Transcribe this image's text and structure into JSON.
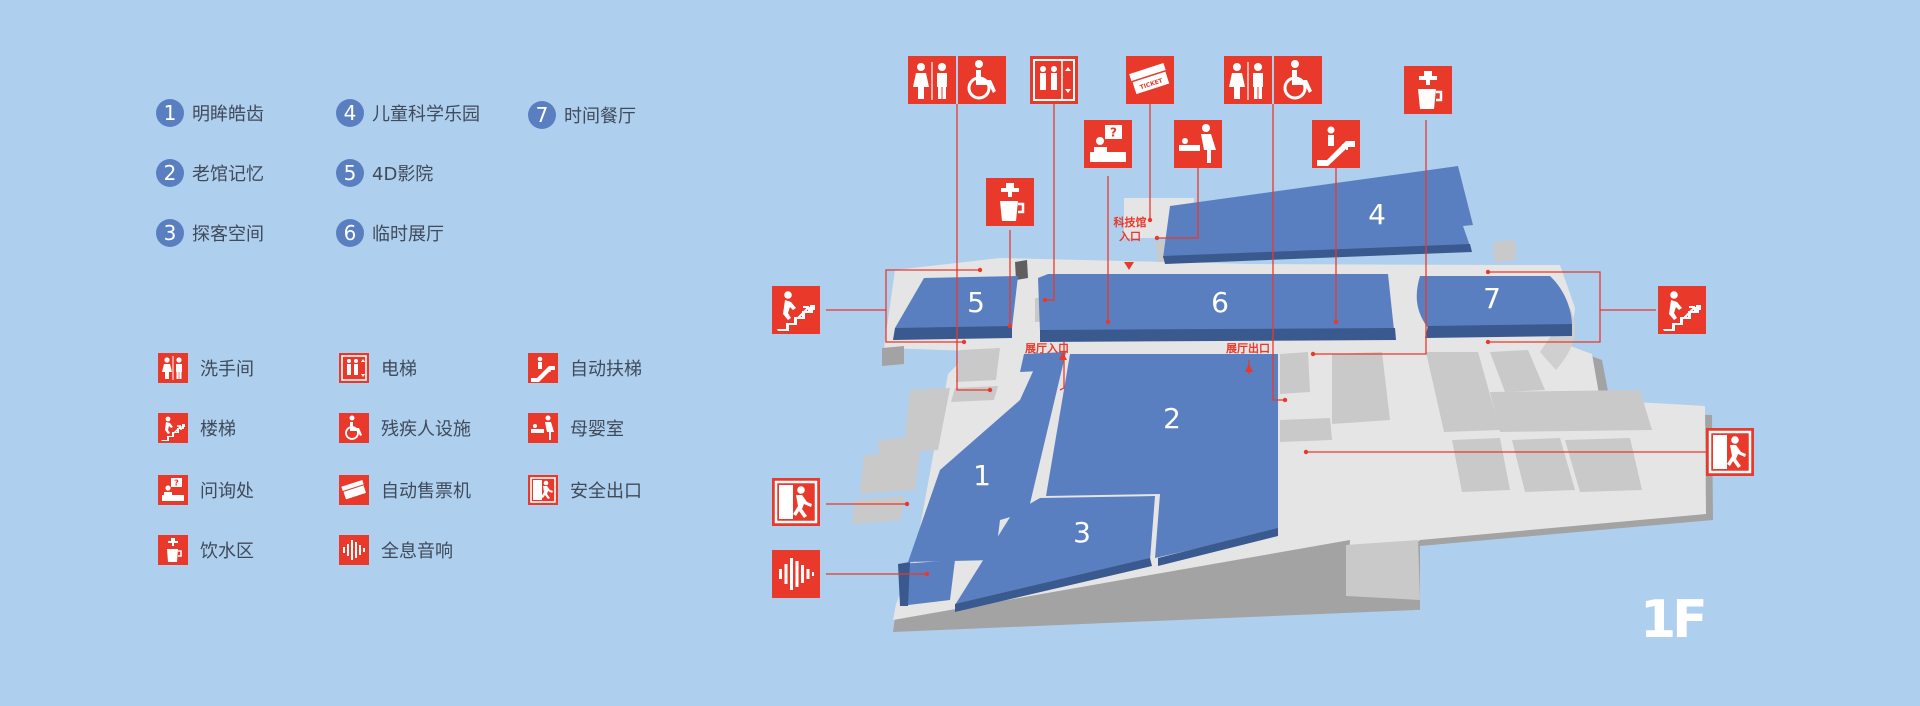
{
  "zones": [
    {
      "num": "1",
      "label": "明眸皓齿"
    },
    {
      "num": "2",
      "label": "老馆记忆"
    },
    {
      "num": "3",
      "label": "探客空间"
    },
    {
      "num": "4",
      "label": "儿童科学乐园"
    },
    {
      "num": "5",
      "label": "4D影院"
    },
    {
      "num": "6",
      "label": "临时展厅"
    },
    {
      "num": "7",
      "label": "时间餐厅"
    }
  ],
  "facilities": [
    {
      "icon": "restroom-icon",
      "label": "洗手间"
    },
    {
      "icon": "stairs-icon",
      "label": "楼梯"
    },
    {
      "icon": "information-desk-icon",
      "label": "问询处"
    },
    {
      "icon": "drinking-water-icon",
      "label": "饮水区"
    },
    {
      "icon": "elevator-icon",
      "label": "电梯"
    },
    {
      "icon": "accessibility-icon",
      "label": "残疾人设施"
    },
    {
      "icon": "ticket-machine-icon",
      "label": "自动售票机"
    },
    {
      "icon": "holographic-audio-icon",
      "label": "全息音响"
    },
    {
      "icon": "escalator-icon",
      "label": "自动扶梯"
    },
    {
      "icon": "baby-care-room-icon",
      "label": "母婴室"
    },
    {
      "icon": "emergency-exit-icon",
      "label": "安全出口"
    }
  ],
  "map": {
    "zone_numbers": [
      "1",
      "2",
      "3",
      "4",
      "5",
      "6",
      "7"
    ],
    "entrance_label_line1": "科技馆",
    "entrance_label_line2": "入口",
    "hall_entrance": "展厅入口",
    "hall_exit": "展厅出口",
    "ticket_text": "TICKET"
  },
  "floor": "1F",
  "colors": {
    "background": "#afcfee",
    "zone_fill": "#5a7fc0",
    "icon_red": "#e8392b",
    "floor_gray": "#e6e6e6",
    "building_gray": "#c8c8c8"
  }
}
